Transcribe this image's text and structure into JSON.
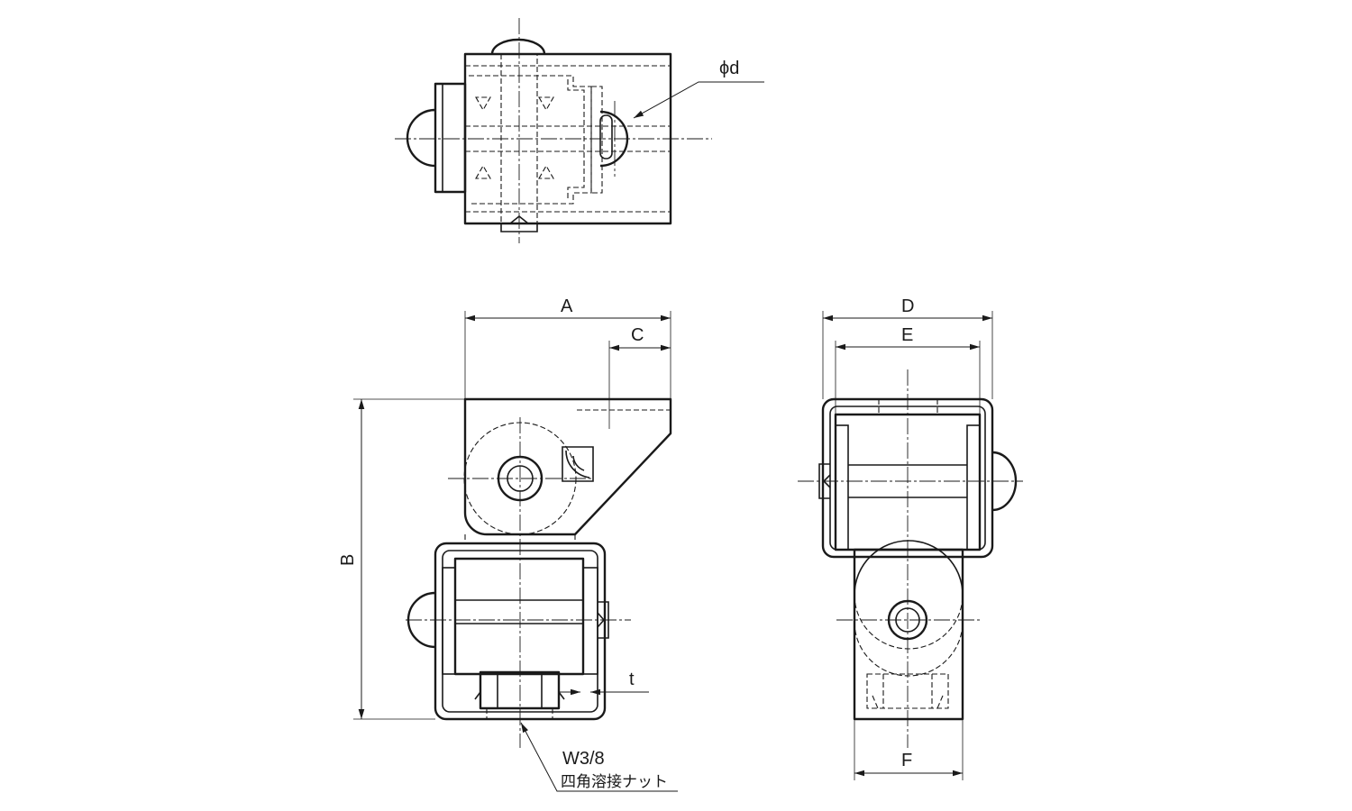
{
  "drawing": {
    "labels": {
      "phi_d": "ϕd",
      "A": "A",
      "B": "B",
      "C": "C",
      "D": "D",
      "E": "E",
      "F": "F",
      "t": "t",
      "nut_size": "W3/8",
      "nut_name": "四角溶接ナット"
    }
  }
}
